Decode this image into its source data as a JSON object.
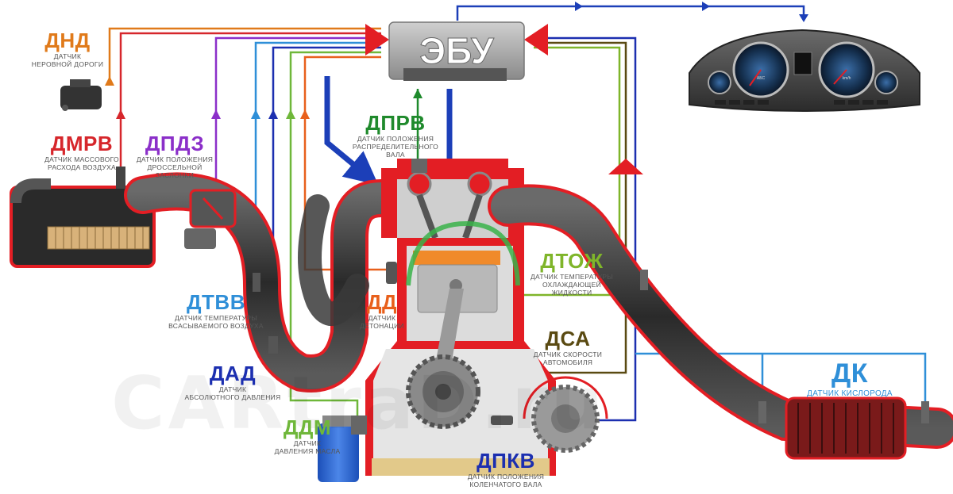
{
  "ecu": {
    "label": "ЭБУ"
  },
  "watermark": "CARtraD.ru",
  "sensors": {
    "dnd": {
      "abbr": "ДНД",
      "desc1": "ДАТЧИК",
      "desc2": "НЕРОВНОЙ ДОРОГИ",
      "color": "#e07a1a"
    },
    "dmrv": {
      "abbr": "ДМРВ",
      "desc1": "ДАТЧИК МАССОВОГО",
      "desc2": "РАСХОДА ВОЗДУХА",
      "color": "#d6262b"
    },
    "dpdz": {
      "abbr": "ДПДЗ",
      "desc1": "ДАТЧИК ПОЛОЖЕНИЯ",
      "desc2": "ДРОССЕЛЬНОЙ ЗАСЛОНКИ",
      "color": "#8b2fc9"
    },
    "dprv": {
      "abbr": "ДПРВ",
      "desc1": "ДАТЧИК ПОЛОЖЕНИЯ",
      "desc2": "РАСПРЕДЕЛИТЕЛЬНОГО ВАЛА",
      "color": "#1f8a2c"
    },
    "dtozh": {
      "abbr": "ДТОЖ",
      "desc1": "ДАТЧИК ТЕМПЕРАТУРЫ",
      "desc2": "ОХЛАЖДАЮЩЕЙ ЖИДКОСТИ",
      "color": "#7fb52a"
    },
    "dtvv": {
      "abbr": "ДТВВ",
      "desc1": "ДАТЧИК ТЕМПЕРАТУРЫ",
      "desc2": "ВСАСЫВАЕМОГО ВОЗДУХА",
      "color": "#2f8fd8"
    },
    "dd": {
      "abbr": "ДД",
      "desc1": "ДАТЧИК",
      "desc2": "ДЕТОНАЦИИ",
      "color": "#e8601c"
    },
    "dsa": {
      "abbr": "ДСА",
      "desc1": "ДАТЧИК СКОРОСТИ",
      "desc2": "АВТОМОБИЛЯ",
      "color": "#5a4a12"
    },
    "dad": {
      "abbr": "ДАД",
      "desc1": "ДАТЧИК",
      "desc2": "АБСОЛЮТНОГО ДАВЛЕНИЯ",
      "color": "#1c2fb0"
    },
    "ddm": {
      "abbr": "ДДМ",
      "desc1": "ДАТЧИК",
      "desc2": "ДАВЛЕНИЯ МАСЛА",
      "color": "#6fb73a"
    },
    "dk": {
      "abbr": "ДК",
      "desc1": "ДАТЧИК КИСЛОРОДА",
      "desc2": "",
      "color": "#2f8fd8"
    },
    "dpkv": {
      "abbr": "ДПКВ",
      "desc1": "ДАТЧИК ПОЛОЖЕНИЯ",
      "desc2": "КОЛЕНЧАТОГО ВАЛА",
      "color": "#1c2fb0"
    }
  },
  "dashboard": {
    "gauge1_label": "АБС",
    "gauge2_label": "km/h"
  },
  "colors": {
    "engine_red": "#e31e24",
    "pipe_dark": "#3a3a3a",
    "ecu_gray": "#9a9a9a"
  }
}
